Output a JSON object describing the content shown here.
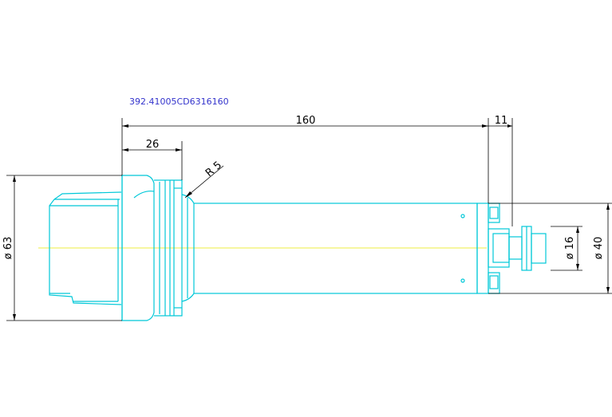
{
  "drawing": {
    "part_number": "392.41005CD6316160",
    "dimensions": {
      "overall_length": "160",
      "flange_length": "26",
      "end_offset": "11",
      "radius": "R 5",
      "outer_diameter": "ø 63",
      "body_diameter": "ø 40",
      "bore_diameter": "ø 16"
    },
    "colors": {
      "part_outline": "#00c8d8",
      "dimension_lines": "#000000",
      "center_axis": "#e6e600",
      "title": "#3333cc"
    }
  }
}
